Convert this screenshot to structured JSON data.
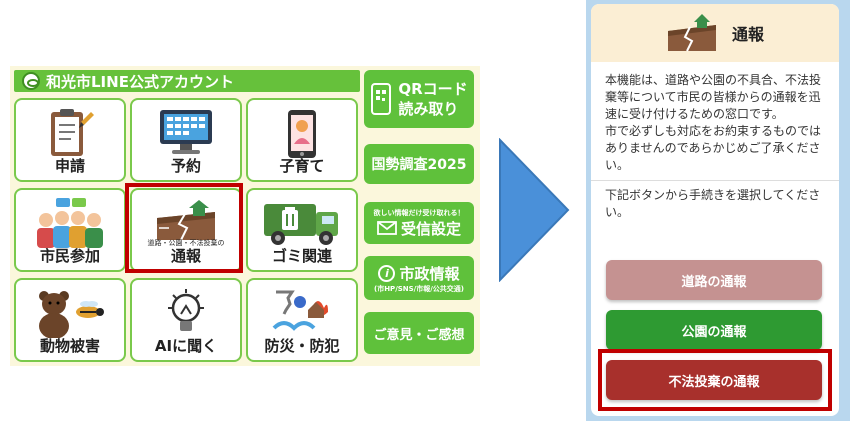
{
  "menu": {
    "title": "和光市LINE公式アカウント",
    "tiles": [
      {
        "label": "申請"
      },
      {
        "label": "予約"
      },
      {
        "label": "子育て"
      },
      {
        "label": "市民参加"
      },
      {
        "label": "通報",
        "sub": "道路・公園・不法投棄の"
      },
      {
        "label": "ゴミ関連"
      },
      {
        "label": "動物被害"
      },
      {
        "label": "AIに聞く"
      },
      {
        "label": "防災・防犯"
      }
    ],
    "side": {
      "qr_line1": "QRコード",
      "qr_line2": "読み取り",
      "census": "国勢調査2025",
      "notify_sub": "欲しい情報だけ受け取れる！",
      "notify": "受信設定",
      "city_info": "市政情報",
      "city_info_sub": "(市HP/SNS/市報/公共交通)",
      "feedback": "ご意見・ご感想"
    }
  },
  "panel": {
    "title": "通報",
    "description": "本機能は、道路や公園の不具合、不法投棄等について市民の皆様からの通報を迅速に受け付けるための窓口です。",
    "notice": "市で必ずしも対応をお約束するものではありませんのであらかじめご了承ください。",
    "instruction": "下記ボタンから手続きを選択してください。",
    "buttons": {
      "road": "道路の通報",
      "park": "公園の通報",
      "dumping": "不法投棄の通報"
    }
  },
  "colors": {
    "green": "#5fc13b",
    "road_button": "#c59291",
    "park_button": "#2e9a32",
    "dumping_button": "#a8302c",
    "highlight": "#c00000",
    "arrow": "#4a90d9"
  }
}
